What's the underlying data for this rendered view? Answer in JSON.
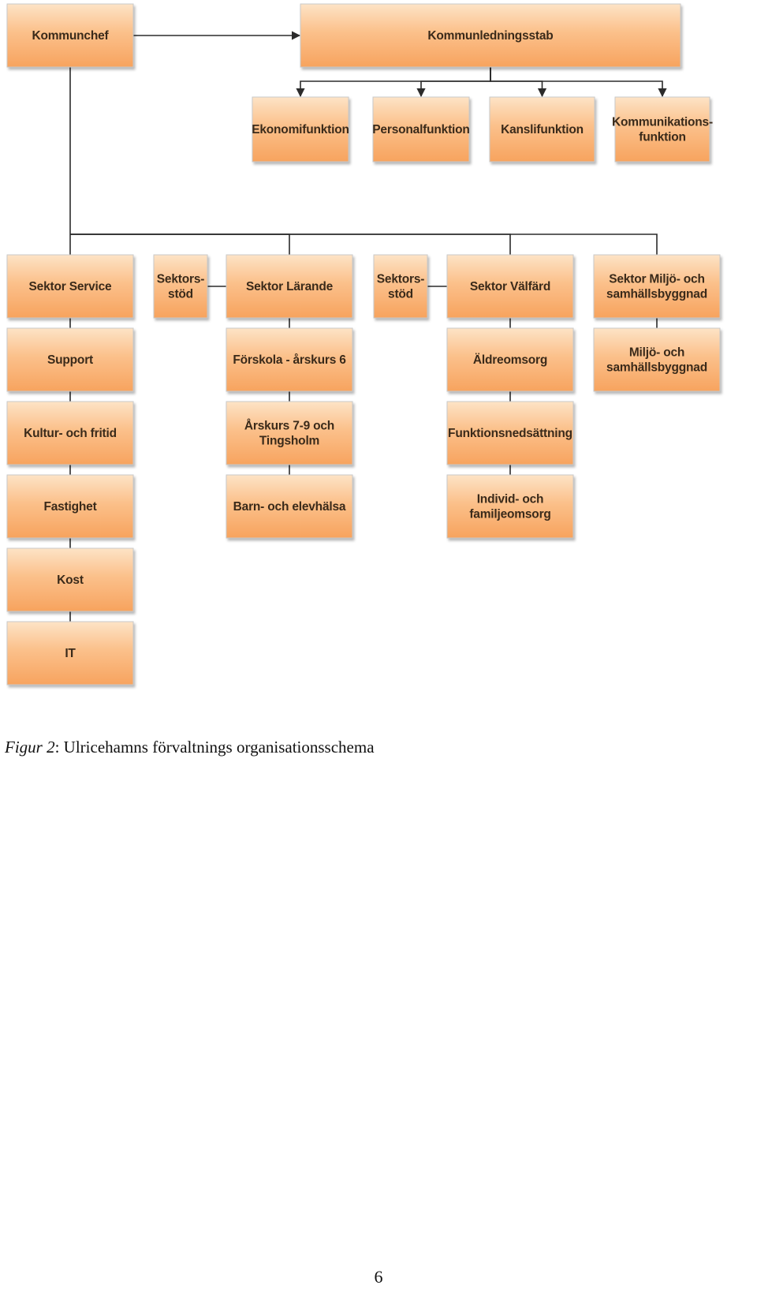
{
  "diagram": {
    "nodes": [
      {
        "id": "kommunchef",
        "lines": [
          "Kommunchef"
        ]
      },
      {
        "id": "kommunledningsstab",
        "lines": [
          "Kommunledningsstab"
        ]
      },
      {
        "id": "ekonomifunktion",
        "lines": [
          "Ekonomifunktion"
        ]
      },
      {
        "id": "personalfunktion",
        "lines": [
          "Personalfunktion"
        ]
      },
      {
        "id": "kanslifunktion",
        "lines": [
          "Kanslifunktion"
        ]
      },
      {
        "id": "kommunikationsfunktion",
        "lines": [
          "Kommunikations-",
          "funktion"
        ]
      },
      {
        "id": "sektor-service",
        "lines": [
          "Sektor Service"
        ]
      },
      {
        "id": "sektorsstod-1",
        "lines": [
          "Sektors-",
          "stöd"
        ]
      },
      {
        "id": "sektor-larande",
        "lines": [
          "Sektor Lärande"
        ]
      },
      {
        "id": "sektorsstod-2",
        "lines": [
          "Sektors-",
          "stöd"
        ]
      },
      {
        "id": "sektor-valfard",
        "lines": [
          "Sektor Välfärd"
        ]
      },
      {
        "id": "sektor-miljo",
        "lines": [
          "Sektor Miljö- och",
          "samhällsbyggnad"
        ]
      },
      {
        "id": "support",
        "lines": [
          "Support"
        ]
      },
      {
        "id": "kultur-fritid",
        "lines": [
          "Kultur- och fritid"
        ]
      },
      {
        "id": "fastighet",
        "lines": [
          "Fastighet"
        ]
      },
      {
        "id": "kost",
        "lines": [
          "Kost"
        ]
      },
      {
        "id": "it",
        "lines": [
          "IT"
        ]
      },
      {
        "id": "forskola",
        "lines": [
          "Förskola - årskurs 6"
        ]
      },
      {
        "id": "arskurs-7-9",
        "lines": [
          "Årskurs 7-9 och",
          "Tingsholm"
        ]
      },
      {
        "id": "barn-elevhalsa",
        "lines": [
          "Barn- och elevhälsa"
        ]
      },
      {
        "id": "aldreomsorg",
        "lines": [
          "Äldreomsorg"
        ]
      },
      {
        "id": "funktionsnedsattning",
        "lines": [
          "Funktionsnedsättning"
        ]
      },
      {
        "id": "individ-familj",
        "lines": [
          "Individ- och",
          "familjeomsorg"
        ]
      },
      {
        "id": "miljo-samhallsbyggnad",
        "lines": [
          "Miljö- och",
          "samhällsbyggnad"
        ]
      }
    ],
    "edges": [
      {
        "from": "kommunchef",
        "to": "kommunledningsstab",
        "arrow": true
      },
      {
        "from": "kommunledningsstab",
        "to": "ekonomifunktion",
        "arrow": true
      },
      {
        "from": "kommunledningsstab",
        "to": "personalfunktion",
        "arrow": true
      },
      {
        "from": "kommunledningsstab",
        "to": "kanslifunktion",
        "arrow": true
      },
      {
        "from": "kommunledningsstab",
        "to": "kommunikationsfunktion",
        "arrow": true
      },
      {
        "from": "kommunchef",
        "to": "sektor-service",
        "arrow": false
      },
      {
        "from": "kommunchef",
        "to": "sektor-larande",
        "arrow": false
      },
      {
        "from": "kommunchef",
        "to": "sektor-valfard",
        "arrow": false
      },
      {
        "from": "kommunchef",
        "to": "sektor-miljo",
        "arrow": false
      },
      {
        "from": "sektor-service",
        "to": "support",
        "arrow": false
      },
      {
        "from": "support",
        "to": "kultur-fritid",
        "arrow": false
      },
      {
        "from": "kultur-fritid",
        "to": "fastighet",
        "arrow": false
      },
      {
        "from": "fastighet",
        "to": "kost",
        "arrow": false
      },
      {
        "from": "kost",
        "to": "it",
        "arrow": false
      },
      {
        "from": "sektor-larande",
        "to": "forskola",
        "arrow": false
      },
      {
        "from": "forskola",
        "to": "arskurs-7-9",
        "arrow": false
      },
      {
        "from": "arskurs-7-9",
        "to": "barn-elevhalsa",
        "arrow": false
      },
      {
        "from": "sektor-valfard",
        "to": "aldreomsorg",
        "arrow": false
      },
      {
        "from": "aldreomsorg",
        "to": "funktionsnedsattning",
        "arrow": false
      },
      {
        "from": "funktionsnedsattning",
        "to": "individ-familj",
        "arrow": false
      },
      {
        "from": "sektor-miljo",
        "to": "miljo-samhallsbyggnad",
        "arrow": false
      },
      {
        "from": "sektorsstod-1",
        "to": "sektor-larande",
        "arrow": false
      },
      {
        "from": "sektorsstod-2",
        "to": "sektor-valfard",
        "arrow": false
      }
    ],
    "colors": {
      "box_top": "#fde3c6",
      "box_bottom": "#f7a35e",
      "line": "#2b2b2b",
      "text": "#3a2a1a"
    }
  },
  "caption": {
    "figure_label": "Figur 2",
    "text": ": Ulricehamns förvaltnings organisationsschema"
  },
  "page_number": "6"
}
